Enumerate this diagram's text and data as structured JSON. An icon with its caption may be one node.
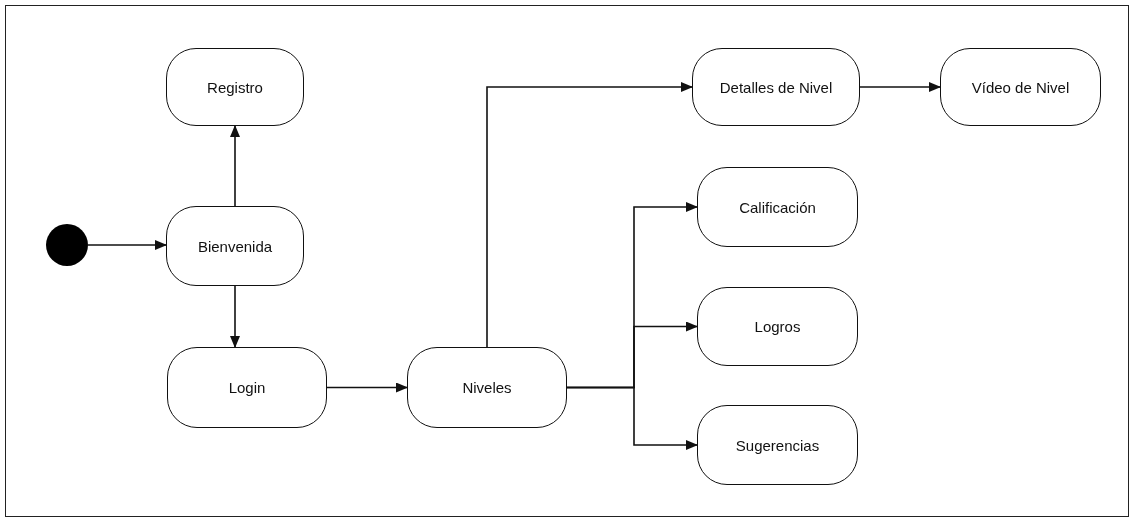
{
  "diagram": {
    "nodes": [
      {
        "text": [],
        "shape": "circle"
      },
      {
        "text": [
          "Registro"
        ]
      },
      {
        "text": [
          "Bienvenida"
        ]
      },
      {
        "text": [
          "Login"
        ]
      },
      {
        "text": [
          "Niveles"
        ]
      },
      {
        "text": [
          "Detalles de Nivel"
        ]
      },
      {
        "text": [
          "Vídeo de Nivel"
        ]
      },
      {
        "text": [
          "Calificación"
        ]
      },
      {
        "text": [
          "Logros"
        ]
      },
      {
        "text": [
          "Sugerencias"
        ]
      }
    ],
    "edges": [
      {
        "from": 0,
        "to": 2,
        "arrow": "to"
      },
      {
        "from": 2,
        "to": 1,
        "arrow": "to"
      },
      {
        "from": 2,
        "to": 3,
        "arrow": "to"
      },
      {
        "from": 3,
        "to": 4,
        "arrow": "to"
      },
      {
        "from": 4,
        "to": 5,
        "arrow": "to"
      },
      {
        "from": 5,
        "to": 6,
        "arrow": "to"
      },
      {
        "from": 4,
        "to": 7,
        "arrow": "to"
      },
      {
        "from": 4,
        "to": 8,
        "arrow": "to"
      },
      {
        "from": 4,
        "to": 9,
        "arrow": "to"
      }
    ]
  }
}
